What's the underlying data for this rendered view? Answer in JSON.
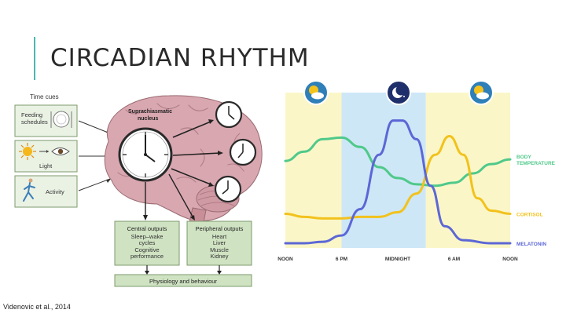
{
  "slide": {
    "title": "CIRCADIAN RHYTHM",
    "citation": "Videnovic et al., 2014"
  },
  "diagram": {
    "time_cues_label": "Time cues",
    "cues": [
      {
        "lines": [
          "Feeding",
          "schedules"
        ],
        "icon": "plate-icon"
      },
      {
        "lines": [
          "Light"
        ],
        "icon": "sun-eye-icon"
      },
      {
        "lines": [
          "Activity"
        ],
        "icon": "runner-icon"
      }
    ],
    "nucleus_label": [
      "Suprachiasmatic",
      "nucleus"
    ],
    "central_outputs": {
      "title": "Central outputs",
      "items": [
        "Sleep–wake",
        "cycles",
        "Cognitive",
        "performance"
      ]
    },
    "peripheral_outputs": {
      "title": "Peripheral outputs",
      "items": [
        "Heart",
        "Liver",
        "Muscle",
        "Kidney"
      ]
    },
    "bottom_label": "Physiology and behaviour"
  },
  "chart_data": {
    "type": "line",
    "x_labels": [
      "NOON",
      "6 PM",
      "MIDNIGHT",
      "6 AM",
      "NOON"
    ],
    "x": [
      0,
      6,
      12,
      18,
      24
    ],
    "bands": [
      {
        "from": 0,
        "to": 6,
        "color": "#fbf6c8",
        "icon": "sun-cloud-icon"
      },
      {
        "from": 6,
        "to": 15,
        "color": "#cde7f6",
        "icon": "moon-icon"
      },
      {
        "from": 15,
        "to": 24,
        "color": "#fbf6c8",
        "icon": "sun-cloud-icon"
      }
    ],
    "series": [
      {
        "name": "BODY TEMPERATURE",
        "color": "#4fc98a",
        "points": [
          [
            0,
            0.56
          ],
          [
            2,
            0.62
          ],
          [
            4,
            0.7
          ],
          [
            6,
            0.71
          ],
          [
            8,
            0.65
          ],
          [
            10,
            0.52
          ],
          [
            12,
            0.45
          ],
          [
            14,
            0.41
          ],
          [
            16,
            0.4
          ],
          [
            18,
            0.42
          ],
          [
            20,
            0.48
          ],
          [
            22,
            0.54
          ],
          [
            24,
            0.57
          ]
        ]
      },
      {
        "name": "CORTISOL",
        "color": "#f2c21c",
        "points": [
          [
            0,
            0.22
          ],
          [
            2,
            0.2
          ],
          [
            4,
            0.19
          ],
          [
            6,
            0.19
          ],
          [
            8,
            0.2
          ],
          [
            10,
            0.2
          ],
          [
            12,
            0.23
          ],
          [
            14,
            0.35
          ],
          [
            16,
            0.6
          ],
          [
            17.5,
            0.72
          ],
          [
            19,
            0.6
          ],
          [
            20.5,
            0.32
          ],
          [
            22,
            0.24
          ],
          [
            24,
            0.22
          ]
        ]
      },
      {
        "name": "MELATONIN",
        "color": "#5c67d6",
        "points": [
          [
            0,
            0.03
          ],
          [
            2,
            0.03
          ],
          [
            4,
            0.04
          ],
          [
            6,
            0.08
          ],
          [
            8,
            0.25
          ],
          [
            10,
            0.6
          ],
          [
            11.5,
            0.82
          ],
          [
            12.5,
            0.82
          ],
          [
            14,
            0.7
          ],
          [
            15.5,
            0.4
          ],
          [
            17,
            0.14
          ],
          [
            19,
            0.05
          ],
          [
            22,
            0.03
          ],
          [
            24,
            0.03
          ]
        ]
      }
    ]
  }
}
